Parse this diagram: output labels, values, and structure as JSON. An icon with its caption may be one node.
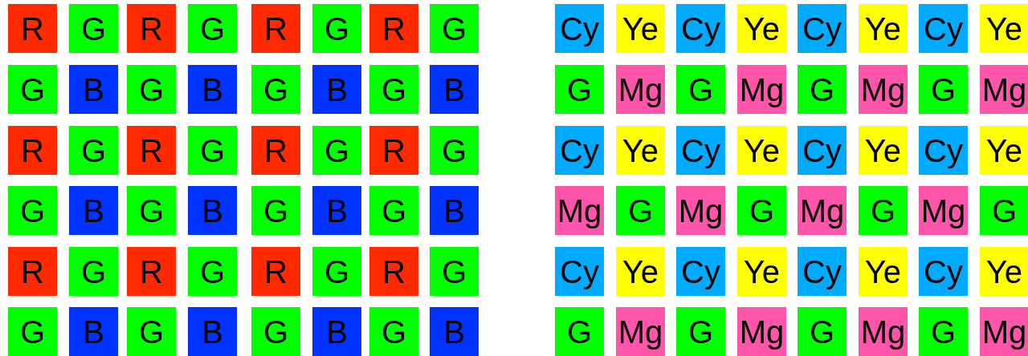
{
  "diagram": {
    "nodes": [
      {
        "text": [
          "R"
        ]
      },
      {
        "text": [
          "G"
        ]
      },
      {
        "text": [
          "R"
        ]
      },
      {
        "text": [
          "G"
        ]
      },
      {
        "text": [
          "R"
        ]
      },
      {
        "text": [
          "G"
        ]
      },
      {
        "text": [
          "R"
        ]
      },
      {
        "text": [
          "G"
        ]
      },
      {
        "text": [
          "G"
        ]
      },
      {
        "text": [
          "B"
        ]
      },
      {
        "text": [
          "G"
        ]
      },
      {
        "text": [
          "B"
        ]
      },
      {
        "text": [
          "G"
        ]
      },
      {
        "text": [
          "B"
        ]
      },
      {
        "text": [
          "G"
        ]
      },
      {
        "text": [
          "B"
        ]
      },
      {
        "text": [
          "R"
        ]
      },
      {
        "text": [
          "G"
        ]
      },
      {
        "text": [
          "R"
        ]
      },
      {
        "text": [
          "G"
        ]
      },
      {
        "text": [
          "R"
        ]
      },
      {
        "text": [
          "G"
        ]
      },
      {
        "text": [
          "R"
        ]
      },
      {
        "text": [
          "G"
        ]
      },
      {
        "text": [
          "G"
        ]
      },
      {
        "text": [
          "B"
        ]
      },
      {
        "text": [
          "G"
        ]
      },
      {
        "text": [
          "B"
        ]
      },
      {
        "text": [
          "G"
        ]
      },
      {
        "text": [
          "B"
        ]
      },
      {
        "text": [
          "G"
        ]
      },
      {
        "text": [
          "B"
        ]
      },
      {
        "text": [
          "R"
        ]
      },
      {
        "text": [
          "G"
        ]
      },
      {
        "text": [
          "R"
        ]
      },
      {
        "text": [
          "G"
        ]
      },
      {
        "text": [
          "R"
        ]
      },
      {
        "text": [
          "G"
        ]
      },
      {
        "text": [
          "R"
        ]
      },
      {
        "text": [
          "G"
        ]
      },
      {
        "text": [
          "G"
        ]
      },
      {
        "text": [
          "B"
        ]
      },
      {
        "text": [
          "G"
        ]
      },
      {
        "text": [
          "B"
        ]
      },
      {
        "text": [
          "G"
        ]
      },
      {
        "text": [
          "B"
        ]
      },
      {
        "text": [
          "G"
        ]
      },
      {
        "text": [
          "B"
        ]
      },
      {
        "text": [
          "Cy"
        ]
      },
      {
        "text": [
          "Ye"
        ]
      },
      {
        "text": [
          "Cy"
        ]
      },
      {
        "text": [
          "Ye"
        ]
      },
      {
        "text": [
          "Cy"
        ]
      },
      {
        "text": [
          "Ye"
        ]
      },
      {
        "text": [
          "Cy"
        ]
      },
      {
        "text": [
          "Ye"
        ]
      },
      {
        "text": [
          "G"
        ]
      },
      {
        "text": [
          "Mg"
        ]
      },
      {
        "text": [
          "G"
        ]
      },
      {
        "text": [
          "Mg"
        ]
      },
      {
        "text": [
          "G"
        ]
      },
      {
        "text": [
          "Mg"
        ]
      },
      {
        "text": [
          "G"
        ]
      },
      {
        "text": [
          "Mg"
        ]
      },
      {
        "text": [
          "Cy"
        ]
      },
      {
        "text": [
          "Ye"
        ]
      },
      {
        "text": [
          "Cy"
        ]
      },
      {
        "text": [
          "Ye"
        ]
      },
      {
        "text": [
          "Cy"
        ]
      },
      {
        "text": [
          "Ye"
        ]
      },
      {
        "text": [
          "Cy"
        ]
      },
      {
        "text": [
          "Ye"
        ]
      },
      {
        "text": [
          "Mg"
        ]
      },
      {
        "text": [
          "G"
        ]
      },
      {
        "text": [
          "Mg"
        ]
      },
      {
        "text": [
          "G"
        ]
      },
      {
        "text": [
          "Mg"
        ]
      },
      {
        "text": [
          "G"
        ]
      },
      {
        "text": [
          "Mg"
        ]
      },
      {
        "text": [
          "G"
        ]
      },
      {
        "text": [
          "Cy"
        ]
      },
      {
        "text": [
          "Ye"
        ]
      },
      {
        "text": [
          "Cy"
        ]
      },
      {
        "text": [
          "Ye"
        ]
      },
      {
        "text": [
          "Cy"
        ]
      },
      {
        "text": [
          "Ye"
        ]
      },
      {
        "text": [
          "Cy"
        ]
      },
      {
        "text": [
          "Ye"
        ]
      },
      {
        "text": [
          "G"
        ]
      },
      {
        "text": [
          "Mg"
        ]
      },
      {
        "text": [
          "G"
        ]
      },
      {
        "text": [
          "Mg"
        ]
      },
      {
        "text": [
          "G"
        ]
      },
      {
        "text": [
          "Mg"
        ]
      },
      {
        "text": [
          "G"
        ]
      },
      {
        "text": [
          "Mg"
        ]
      }
    ]
  }
}
